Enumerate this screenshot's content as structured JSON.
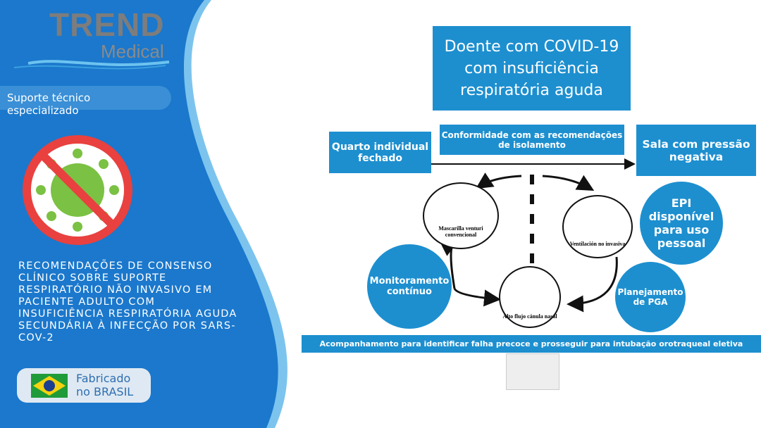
{
  "brand": {
    "name": "TREND",
    "sub": "Medical",
    "tagline": "Suporte técnico especializado"
  },
  "left_title": "RECOMENDAÇÕES DE CONSENSO CLÍNICO SOBRE SUPORTE RESPIRATÓRIO NÃO INVASIVO EM PACIENTE ADULTO COM INSUFICIÊNCIA RESPIRATÓRIA AGUDA SECUNDÁRIA À INFECÇÃO POR SARS-COV-2",
  "badge": {
    "line1": "Fabricado",
    "line2": "no BRASIL"
  },
  "flow": {
    "main": "Doente com COVID-19 com insuficiência respiratória aguda",
    "quarto": "Quarto individual fechado",
    "conformidade": "Conformidade com as recomendações de isolamento",
    "sala": "Sala com pressão negativa",
    "epi": "EPI disponível para uso pessoal",
    "monitor": "Monitoramento contínuo",
    "planejamento": "Planejamento de PGA",
    "venturi": "Mascarilla venturi convencional",
    "vni": "Ventilación no invasiva",
    "alto": "Alto flujo cánula nasal",
    "footer": "Acompanhamento para identificar falha precoce e prosseguir para intubação orotraqueal eletiva"
  },
  "colors": {
    "panel": "#1b78cc",
    "accent": "#1d8fcf"
  }
}
